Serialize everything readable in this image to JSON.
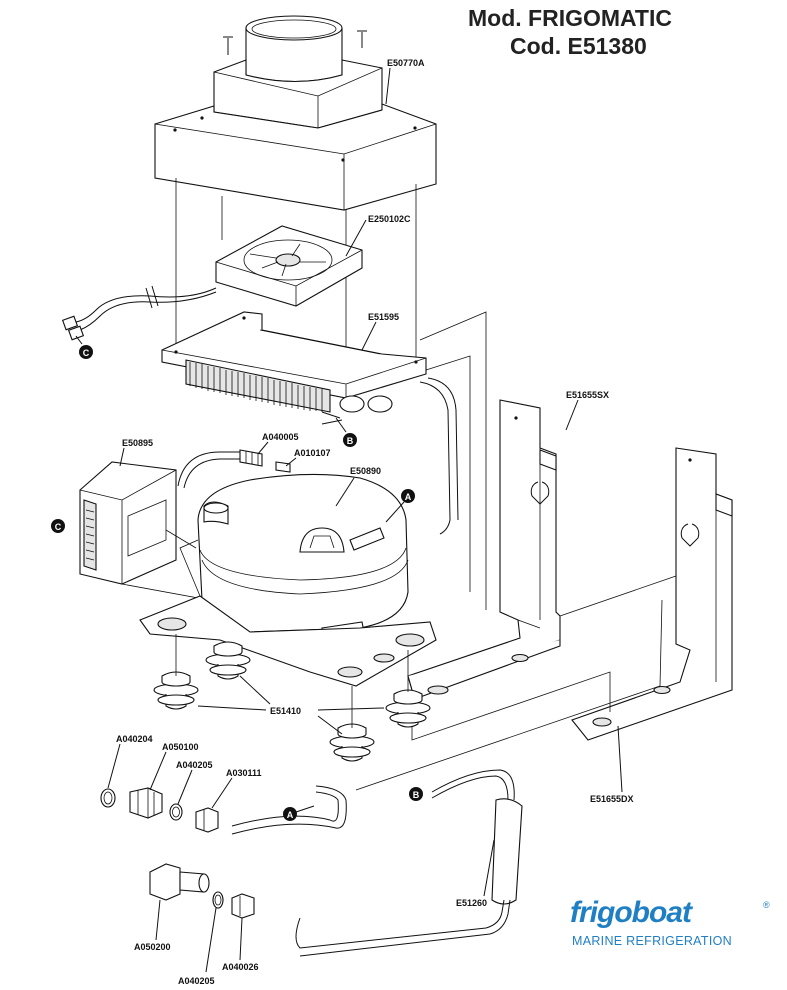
{
  "title": {
    "line1": "Mod. FRIGOMATIC",
    "line2": "Cod. E51380"
  },
  "labels": {
    "e50770a": "E50770A",
    "e250102c": "E250102C",
    "e51595": "E51595",
    "e51655sx": "E51655SX",
    "e50895": "E50895",
    "a040005": "A040005",
    "a010107": "A010107",
    "e50890": "E50890",
    "e51410": "E51410",
    "a040204": "A040204",
    "a050100": "A050100",
    "a040205_top": "A040205",
    "a030111": "A030111",
    "e51655dx": "E51655DX",
    "e51260": "E51260",
    "a050200": "A050200",
    "a040205_bottom": "A040205",
    "a040026": "A040026"
  },
  "markers": {
    "a_top": "A",
    "a_bottom": "A",
    "b_top": "B",
    "b_bottom": "B",
    "c_top": "C",
    "c_left": "C"
  },
  "brand": {
    "name": "frigoboat",
    "registered": "®",
    "subtitle": "MARINE REFRIGERATION",
    "color": "#1f7fc4"
  }
}
